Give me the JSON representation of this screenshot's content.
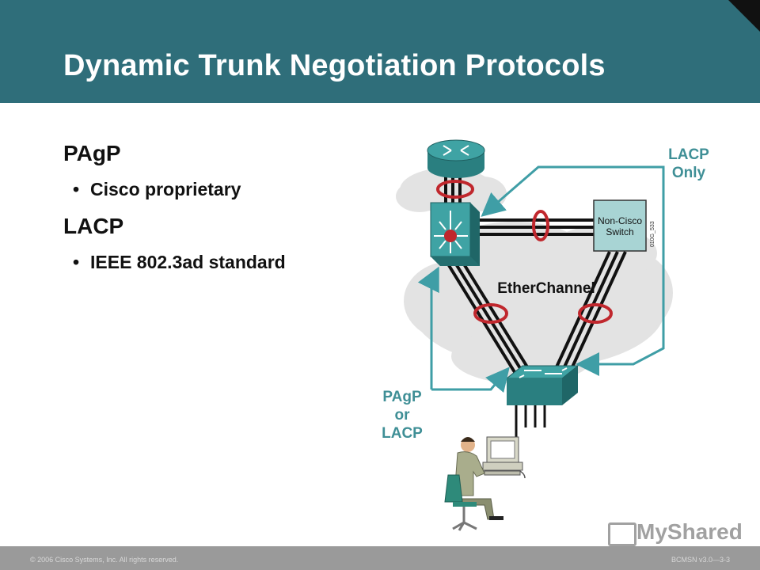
{
  "slide": {
    "title": "Dynamic Trunk Negotiation Protocols",
    "sections": [
      {
        "heading": "PAgP",
        "bullet": "Cisco proprietary"
      },
      {
        "heading": "LACP",
        "bullet": "IEEE 802.3ad standard"
      }
    ]
  },
  "diagram": {
    "label_lacp_only_1": "LACP",
    "label_lacp_only_2": "Only",
    "label_non_cisco_1": "Non-Cisco",
    "label_non_cisco_2": "Switch",
    "label_etherchannel": "EtherChannel",
    "label_pagp_1": "PAgP",
    "label_pagp_2": "or",
    "label_pagp_3": "LACP",
    "label_figure_id": "010G_533",
    "colors": {
      "teal": "#2f8f8f",
      "arrow": "#3f9ea6",
      "red": "#c0272d",
      "cloud": "#e3e3e3"
    }
  },
  "footer": {
    "copyright": "© 2006 Cisco Systems, Inc. All rights reserved.",
    "course": "BCMSN v3.0—3-3"
  },
  "watermark": {
    "text": "MyShared"
  }
}
